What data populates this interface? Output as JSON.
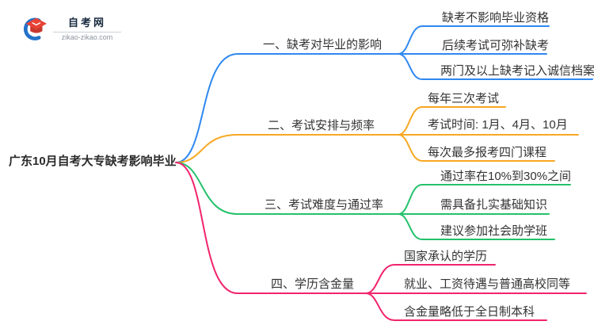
{
  "logo": {
    "title": "自考网",
    "domain": "zikao-zikao.com",
    "colors": {
      "crescent": "#2372C8",
      "cap": "#E84236",
      "cap_dark": "#C8382E"
    }
  },
  "root": {
    "label": "广东10月自考大专缺考影响毕业"
  },
  "branches": [
    {
      "label": "一、缺考对毕业的影响",
      "color": "#2F88F0",
      "children": [
        "缺考不影响毕业资格",
        "后续考试可弥补缺考",
        "两门及以上缺考记入诚信档案"
      ]
    },
    {
      "label": "二、考试安排与频率",
      "color": "#F7A823",
      "children": [
        "每年三次考试",
        "考试时间: 1月、4月、10月",
        "每次最多报考四门课程"
      ]
    },
    {
      "label": "三、考试难度与通过率",
      "color": "#23C16B",
      "children": [
        "通过率在10%到30%之间",
        "需具备扎实基础知识",
        "建议参加社会助学班"
      ]
    },
    {
      "label": "四、学历含金量",
      "color": "#F1246D",
      "children": [
        "国家承认的学历",
        "就业、工资待遇与普通高校同等",
        "含金量略低于全日制本科"
      ]
    }
  ]
}
